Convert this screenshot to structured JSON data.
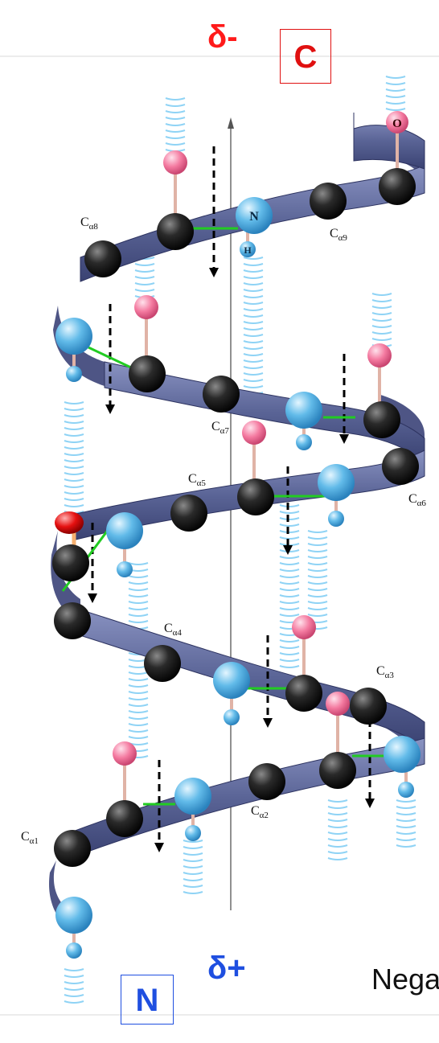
{
  "labels": {
    "delta_minus": "δ-",
    "delta_plus": "δ+",
    "c_terminus": "C",
    "n_terminus": "N",
    "caption": "Nega",
    "atom_n": "N",
    "atom_h": "H",
    "atom_o": "O"
  },
  "alpha_carbons": [
    {
      "prefix": "C",
      "sub": "α1"
    },
    {
      "prefix": "C",
      "sub": "α2"
    },
    {
      "prefix": "C",
      "sub": "α3"
    },
    {
      "prefix": "C",
      "sub": "α4"
    },
    {
      "prefix": "C",
      "sub": "α5"
    },
    {
      "prefix": "C",
      "sub": "α6"
    },
    {
      "prefix": "C",
      "sub": "α7"
    },
    {
      "prefix": "C",
      "sub": "α8"
    },
    {
      "prefix": "C",
      "sub": "α9"
    }
  ],
  "colors": {
    "delta_minus": "#ff1a1a",
    "delta_plus": "#1f4fe0",
    "ribbon": "#5a6496",
    "carbon": "#1a1a1a",
    "nitrogen": "#5ab4e6",
    "oxygen": "#f47aa0",
    "hbond": "#8fd3f5",
    "dipole_line": "#22cc22",
    "dipole_arrow": "#000000"
  }
}
